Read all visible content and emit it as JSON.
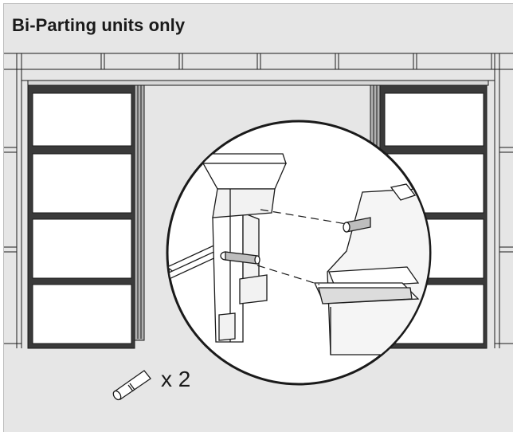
{
  "header": {
    "title": "Bi-Parting units only"
  },
  "parts": {
    "quantity_label": "x 2"
  },
  "colors": {
    "background": "#e6e6e6",
    "panel_white": "#ffffff",
    "line": "#1a1a1a",
    "frame_gray": "#9a9a9a"
  },
  "icons": [
    "alignment-pin-icon",
    "magnifier-circle"
  ]
}
